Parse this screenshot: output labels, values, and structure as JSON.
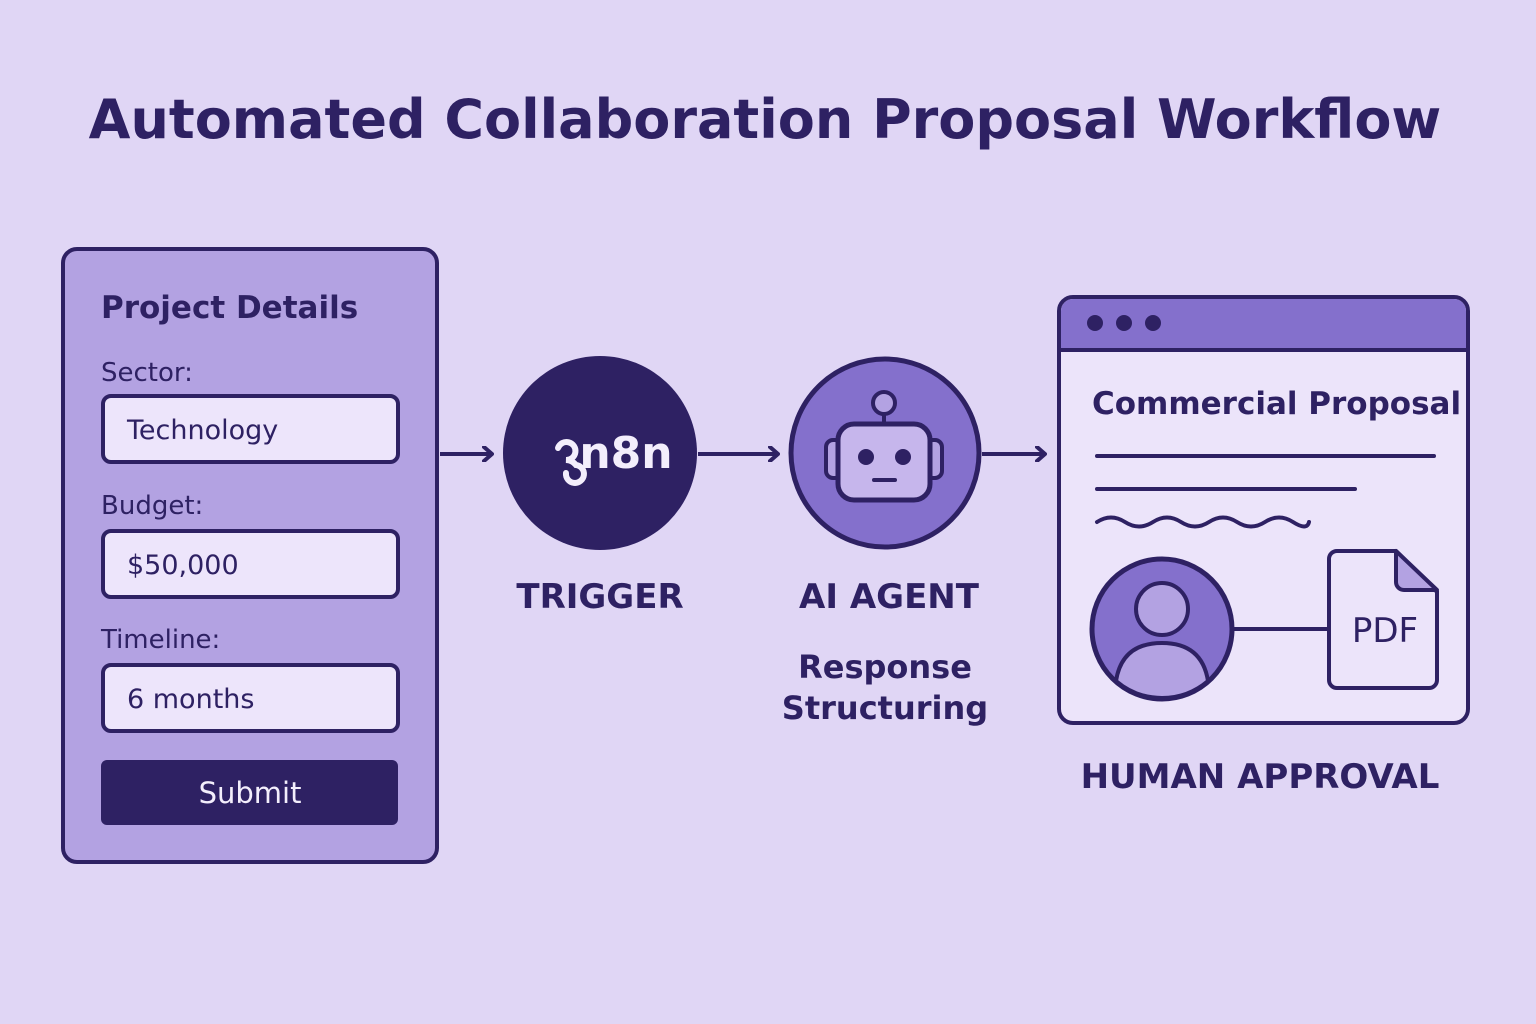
{
  "title": "Automated Collaboration Proposal Workflow",
  "form": {
    "heading": "Project Details",
    "fields": [
      {
        "label": "Sector:",
        "value": "Technology"
      },
      {
        "label": "Budget:",
        "value": "$50,000"
      },
      {
        "label": "Timeline:",
        "value": "6 months"
      }
    ],
    "submit_label": "Submit"
  },
  "trigger": {
    "logo_text": "n8n",
    "label": "TRIGGER"
  },
  "agent": {
    "label": "AI AGENT",
    "sublabel_line1": "Response",
    "sublabel_line2": "Structuring"
  },
  "approval": {
    "doc_title": "Commercial Proposal",
    "file_type": "PDF",
    "label": "HUMAN APPROVAL"
  },
  "colors": {
    "background": "#e0d6f5",
    "dark": "#2e2163",
    "accent": "#8470cc",
    "panel": "#b3a2e2",
    "light": "#ede5fb"
  }
}
